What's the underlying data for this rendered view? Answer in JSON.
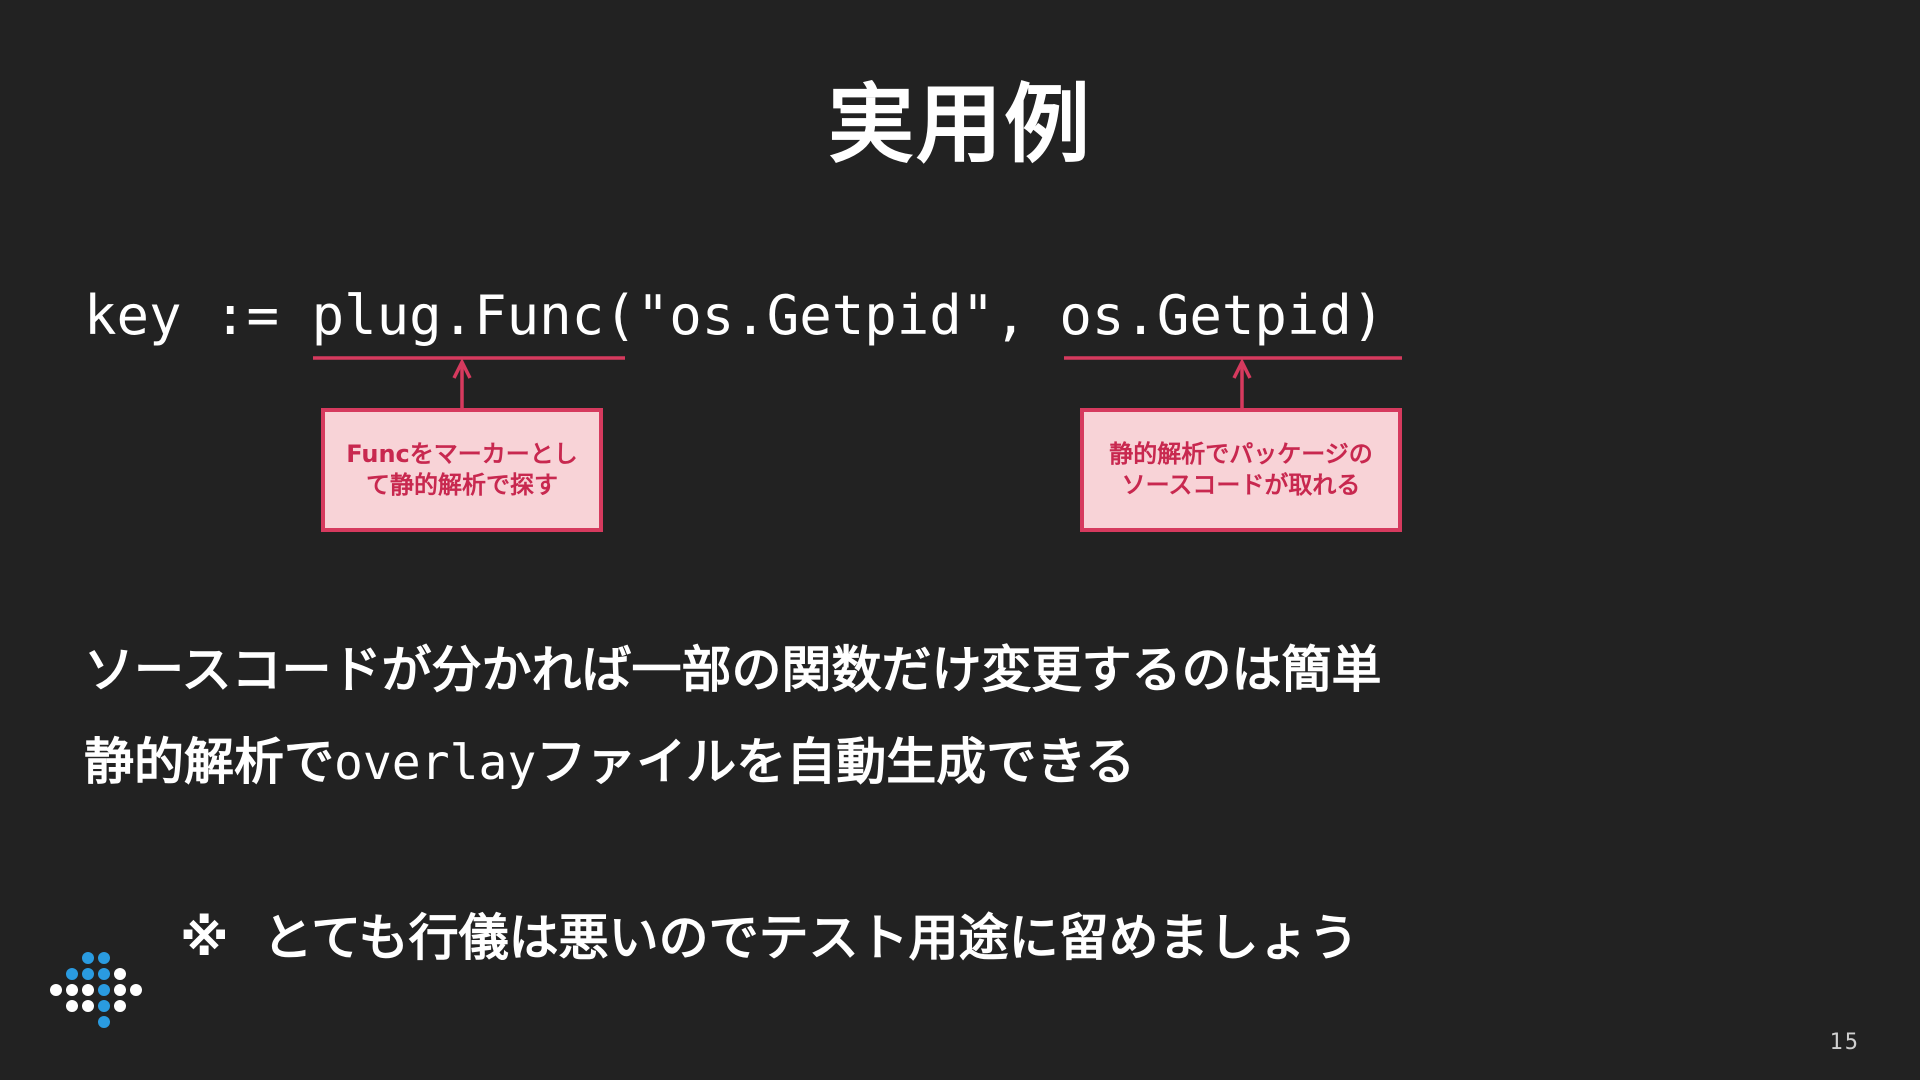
{
  "slide": {
    "title": "実用例",
    "page_number": "15"
  },
  "code": {
    "prefix": "key := ",
    "call": "plug.Func(",
    "string_arg": "\"os.Getpid\", ",
    "func_arg": "os.Getpid)"
  },
  "callouts": [
    {
      "line1": "Funcをマーカーとし",
      "line2": "て静的解析で探す"
    },
    {
      "line1": "静的解析でパッケージの",
      "line2": "ソースコードが取れる"
    }
  ],
  "body": {
    "line1": "ソースコードが分かれば一部の関数だけ変更するのは簡単",
    "line2_prefix": "静的解析で",
    "line2_mono": "overlay",
    "line2_suffix": "ファイルを自動生成できる"
  },
  "note": {
    "mark": "※",
    "text": "とても行儀は悪いのでテスト用途に留めましょう"
  },
  "colors": {
    "background": "#222222",
    "accent": "#d63a5e",
    "callout_fill": "#f8d3d7",
    "callout_text": "#c8284f",
    "logo_blue": "#2a9be0",
    "logo_white": "#ffffff"
  },
  "logo": {
    "icon": "dot-grid-logo-icon"
  }
}
